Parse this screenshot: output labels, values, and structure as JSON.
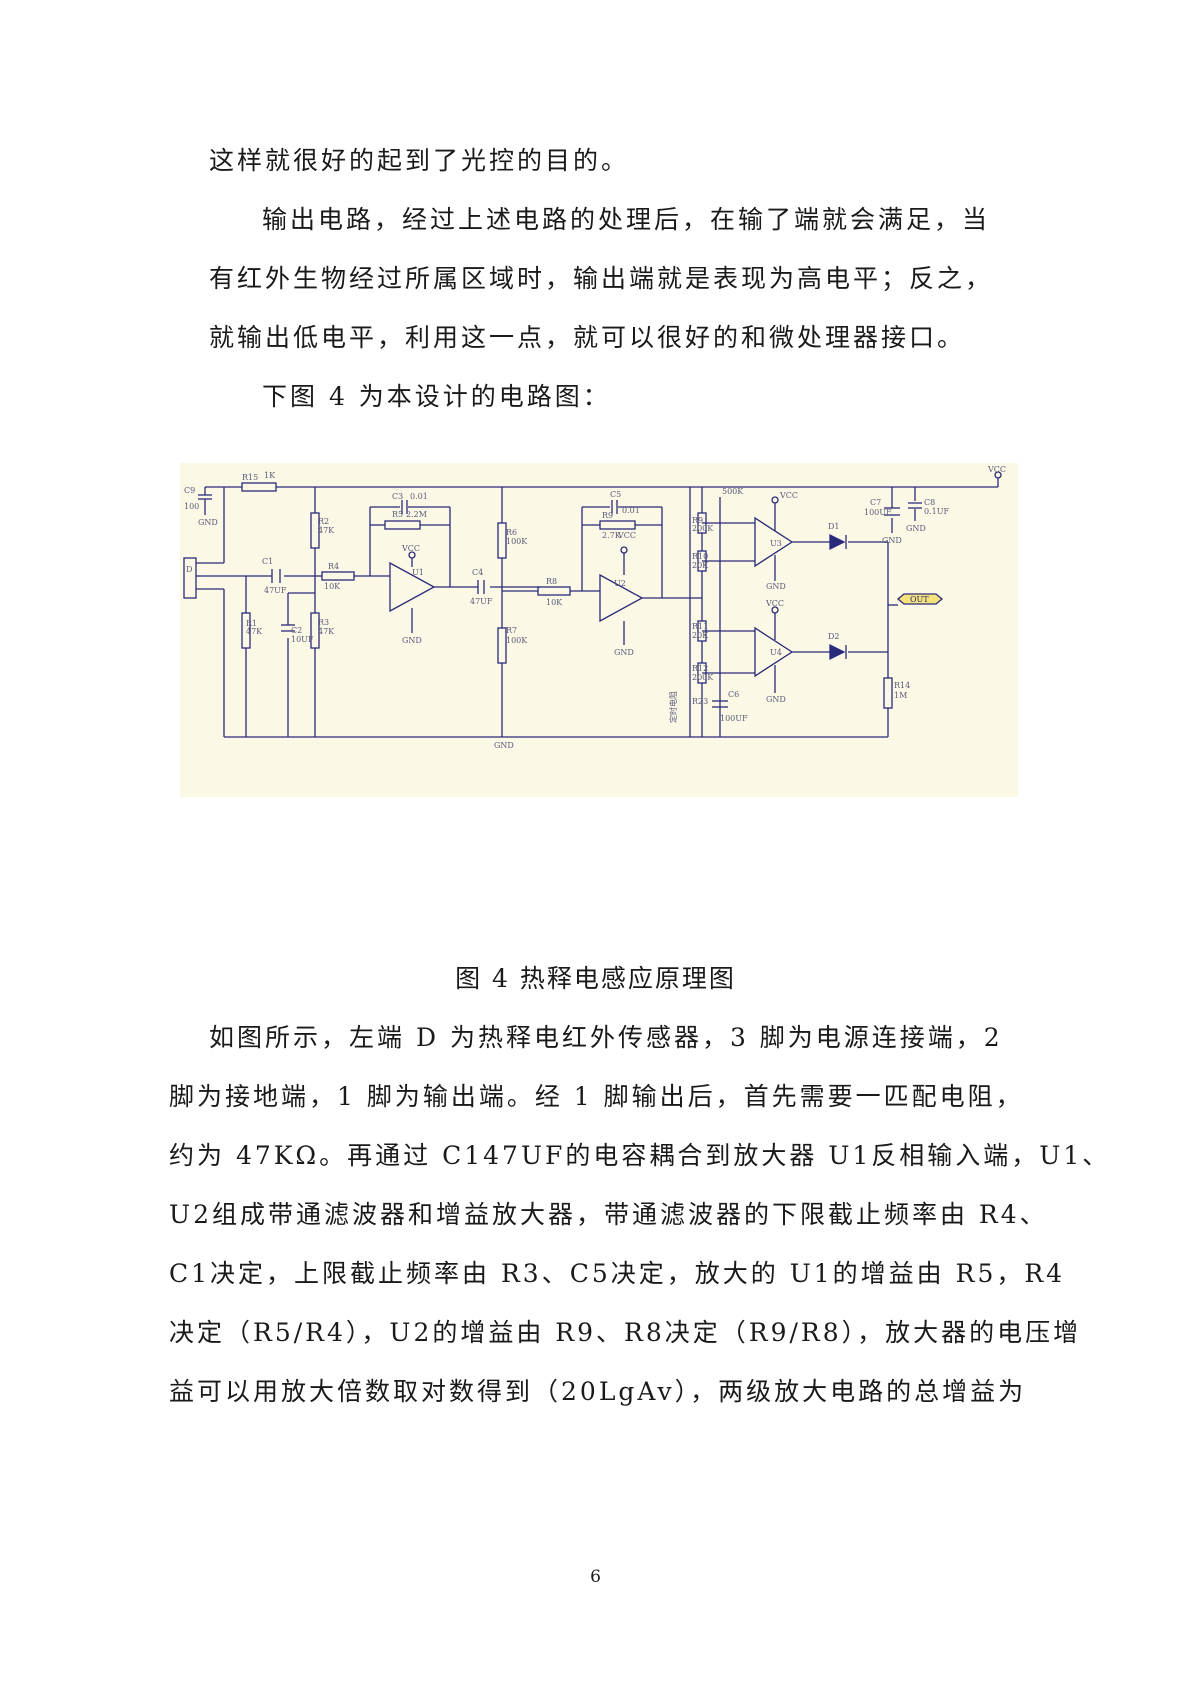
{
  "paragraphs": {
    "p1": "这样就很好的起到了光控的目的。",
    "p2_l1": "输出电路，经过上述电路的处理后，在输了端就会满足，当",
    "p2_l2": "有红外生物经过所属区域时，输出端就是表现为高电平；反之，",
    "p2_l3": "就输出低电平，利用这一点，就可以很好的和微处理器接口。",
    "p3": "下图 4 为本设计的电路图：",
    "caption": "图 4 热释电感应原理图",
    "p4_l1": "如图所示，左端 D 为热释电红外传感器，3 脚为电源连接端，2",
    "p4_l2": "脚为接地端，1 脚为输出端。经 1 脚输出后，首先需要一匹配电阻，",
    "p4_l3": "约为 47KΩ。再通过 C147UF的电容耦合到放大器 U1反相输入端，U1、",
    "p4_l4": "U2组成带通滤波器和增益放大器，带通滤波器的下限截止频率由 R4、",
    "p4_l5": "C1决定，上限截止频率由 R3、C5决定，放大的 U1的增益由 R5，R4",
    "p4_l6": "决定（R5/R4），U2的增益由 R9、R8决定（R9/R8），放大器的电压增",
    "p4_l7": "益可以用放大倍数取对数得到（20LgAv），两级放大电路的总增益为"
  },
  "page_number": "6",
  "schematic": {
    "background": "#fbf8e6",
    "line_color": "#2a2a7a",
    "labels": {
      "c9": "C9",
      "c9v": "100",
      "r15": "R15",
      "r15v": "1K",
      "vcc_top": "VCC",
      "gnd_c9": "GND",
      "d": "D",
      "c1": "C1",
      "c1v": "47UF",
      "r1": "R1",
      "r1v": "47K",
      "c2": "C2",
      "c2v": "10UF",
      "r2": "R2",
      "r2v": "47K",
      "r3": "R3",
      "r3v": "47K",
      "r4": "R4",
      "r4v": "10K",
      "c3": "C3",
      "c3v": "0.01",
      "r5": "R5",
      "r5v": "2.2M",
      "vcc_u1": "VCC",
      "u1": "U1",
      "gnd_u1": "GND",
      "c4": "C4",
      "c4v": "47UF",
      "r6": "R6",
      "r6v": "100K",
      "r7": "R7",
      "r7v": "100K",
      "r8": "R8",
      "r8v": "10K",
      "c5": "C5",
      "c5v": "0.01",
      "r9": "R9",
      "r9v": "2.7K",
      "vcc_u2": "VCC",
      "u2": "U2",
      "gnd_u2": "GND",
      "r9b": "R9",
      "r9bv": "200K",
      "r10": "R10",
      "r10v": "20K",
      "r11": "R11",
      "r11v": "20K",
      "r12": "R12",
      "r12v": "200K",
      "r23": "R23",
      "c6": "C6",
      "c6v": "100UF",
      "vr": "定时电阻",
      "pot": "500K",
      "vcc_u3": "VCC",
      "u3": "U3",
      "gnd_u3": "GND",
      "vcc_u4": "VCC",
      "u4": "U4",
      "gnd_u4": "GND",
      "d1": "D1",
      "d2": "D2",
      "c7": "C7",
      "c7v": "100UF",
      "c8": "C8",
      "c8v": "0.1UF",
      "gnd_c7": "GND",
      "gnd_c8": "GND",
      "out": "OUT",
      "r14": "R14",
      "r14v": "1M",
      "gnd_main": "GND"
    }
  }
}
